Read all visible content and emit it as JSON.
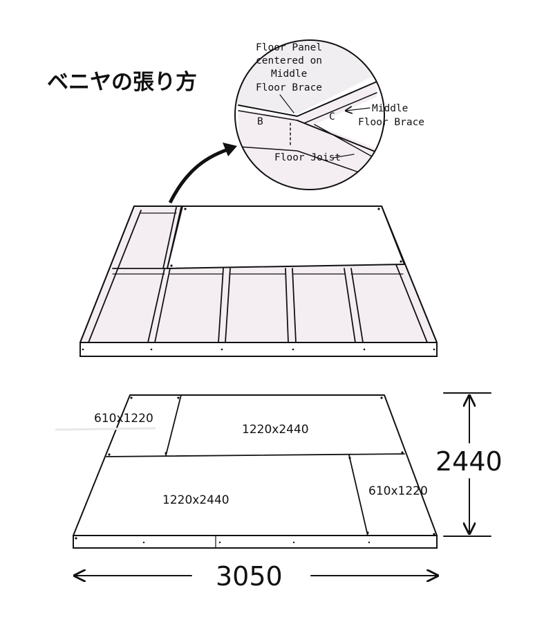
{
  "title": "ベニヤの張り方",
  "detail": {
    "floor_panel_lines": [
      "Floor Panel",
      "centered on",
      "Middle",
      "Floor Brace"
    ],
    "middle_floor_brace_lines": [
      "Middle",
      "Floor Brace"
    ],
    "floor_joist": "Floor Joist",
    "label_b": "B",
    "label_c": "C"
  },
  "plan": {
    "panel_small_top": "610x1220",
    "panel_large_top": "1220x2440",
    "panel_large_bottom": "1220x2440",
    "panel_small_bottom": "610x1220"
  },
  "dimensions": {
    "height": "2440",
    "width": "3050"
  },
  "colors": {
    "line": "#111111",
    "panel_fill": "#f4eef3",
    "frame_fill": "#ffffff"
  }
}
